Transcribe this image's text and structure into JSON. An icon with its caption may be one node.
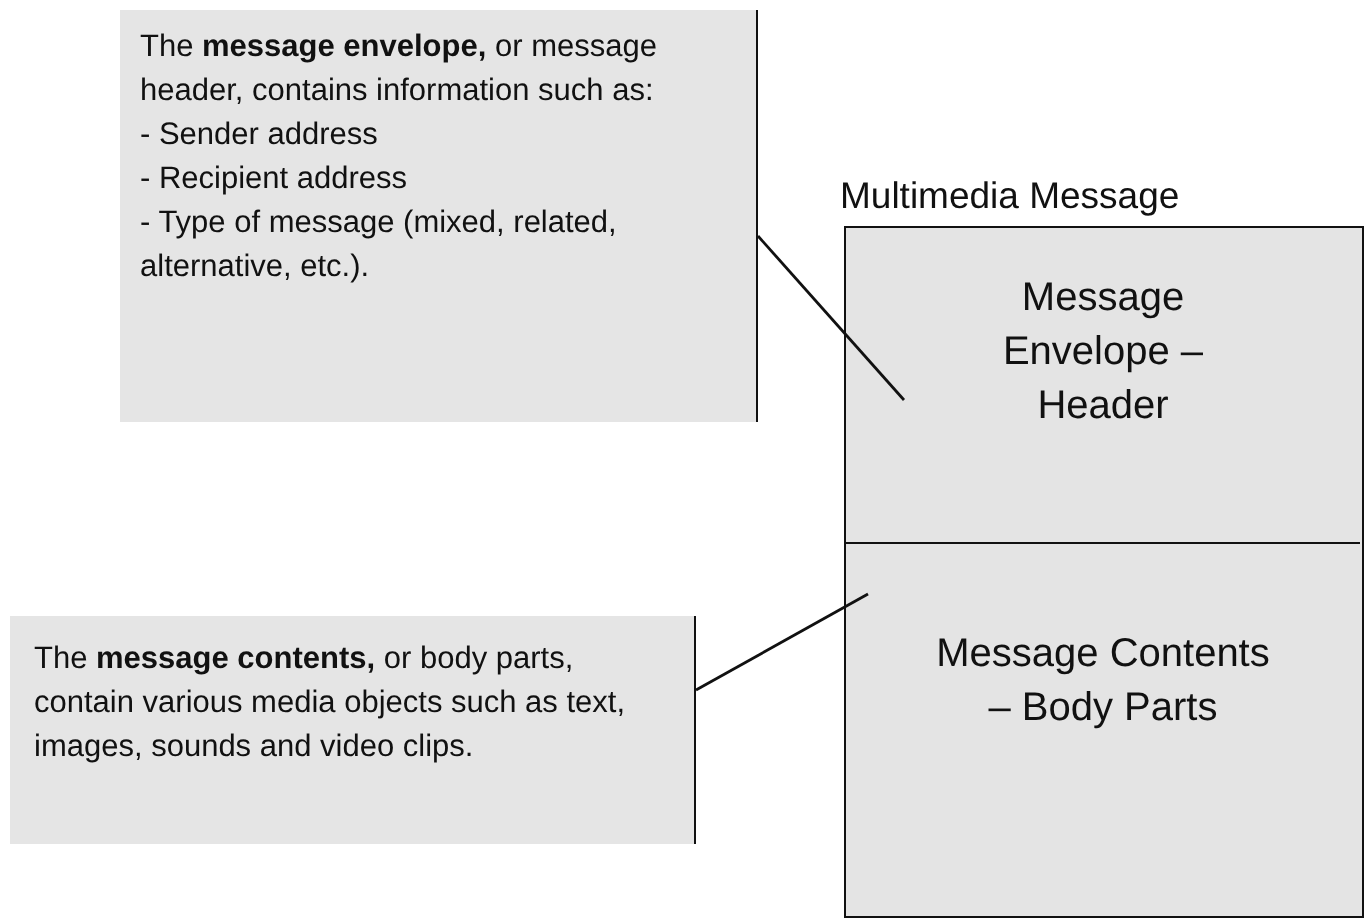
{
  "diagram": {
    "nodes": [
      {
        "text": [
          "Multimedia Message"
        ]
      },
      {
        "text": [
          "Message Envelope – Header"
        ],
        "in": 0
      },
      {
        "text": [
          "Message Contents – Body Parts"
        ],
        "in": 0
      },
      {
        "text": [
          "The **message envelope,** or message header, contains information such as: - Sender address - Recipient address - Type of message (mixed, related, alternative, etc.)."
        ]
      },
      {
        "text": [
          "The **message contents,** or body parts, contain various media objects such as text, images, sounds and video clips."
        ]
      }
    ],
    "edges": [
      {
        "from": 3,
        "to": 1,
        "arrow": "none"
      },
      {
        "from": 4,
        "to": 2,
        "arrow": "none"
      }
    ]
  }
}
